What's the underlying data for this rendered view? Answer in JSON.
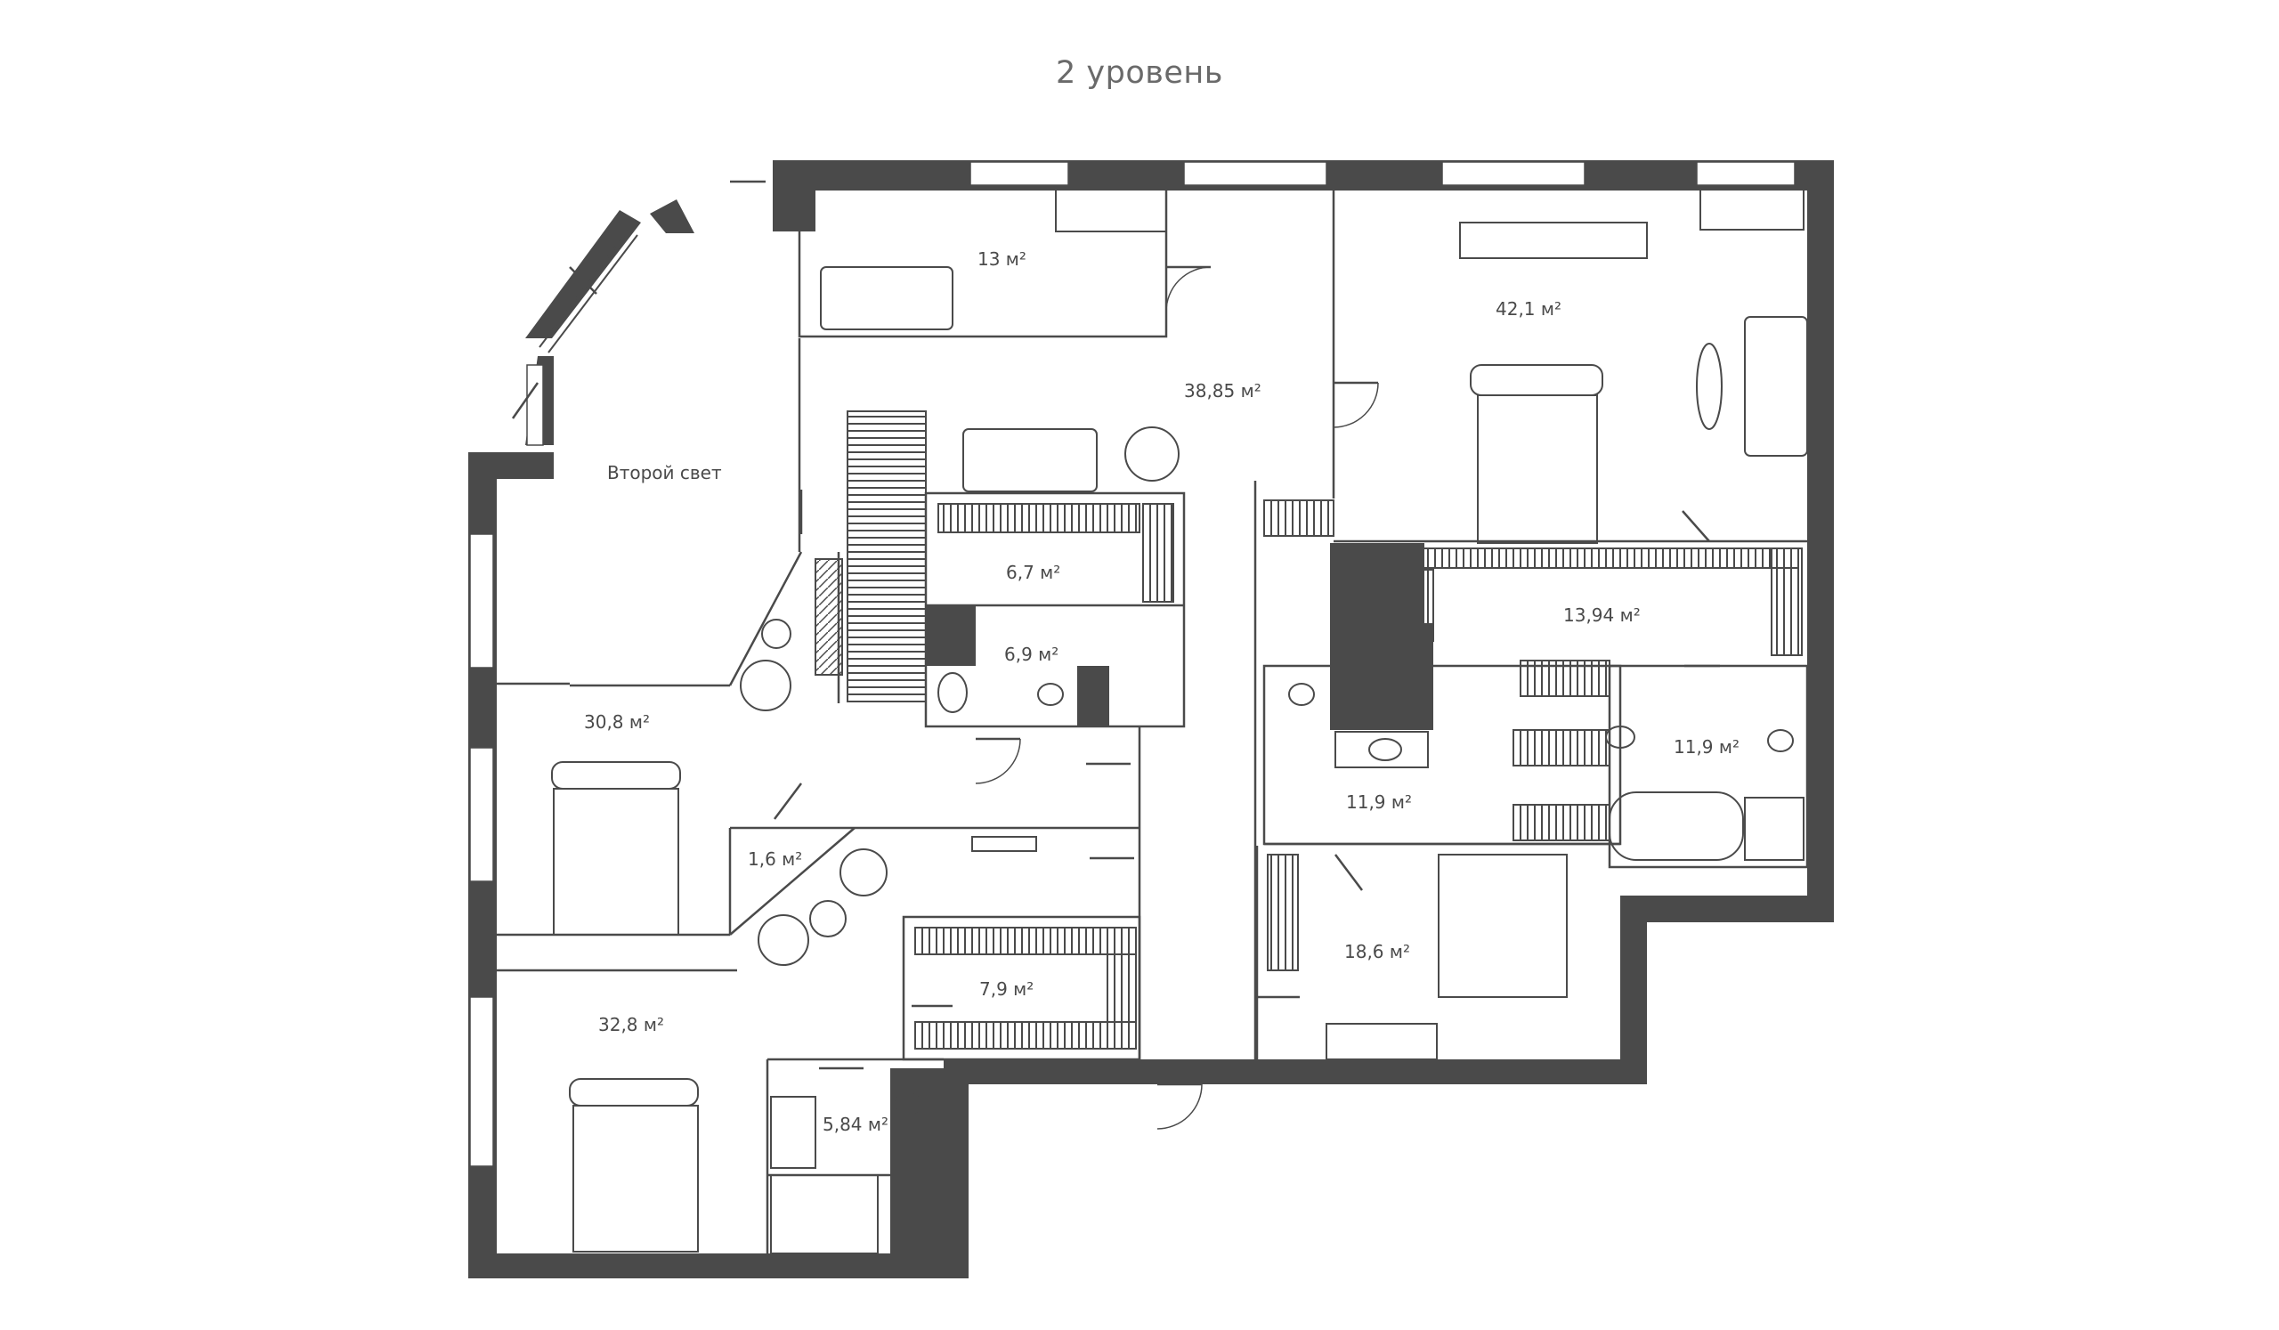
{
  "title": "2 уровень",
  "colors": {
    "walls": "#4a4a4a",
    "background": "#ffffff",
    "title": "#6a6a6a"
  },
  "rooms": [
    {
      "id": "office",
      "label": "13 м²"
    },
    {
      "id": "hall",
      "label": "38,85 м²"
    },
    {
      "id": "master-bedroom",
      "label": "42,1 м²"
    },
    {
      "id": "double-height",
      "label": "Второй свет"
    },
    {
      "id": "wardrobe-a",
      "label": "6,7 м²"
    },
    {
      "id": "bathroom-a",
      "label": "6,9 м²"
    },
    {
      "id": "wardrobe-master",
      "label": "13,94 м²"
    },
    {
      "id": "bedroom-30",
      "label": "30,8 м²"
    },
    {
      "id": "bathroom-b",
      "label": "11,9 м²"
    },
    {
      "id": "bathroom-master",
      "label": "11,9 м²"
    },
    {
      "id": "storage",
      "label": "1,6 м²"
    },
    {
      "id": "bedroom-18",
      "label": "18,6 м²"
    },
    {
      "id": "wardrobe-b",
      "label": "7,9 м²"
    },
    {
      "id": "bedroom-32",
      "label": "32,8 м²"
    },
    {
      "id": "bathroom-c",
      "label": "5,84 м²"
    }
  ]
}
